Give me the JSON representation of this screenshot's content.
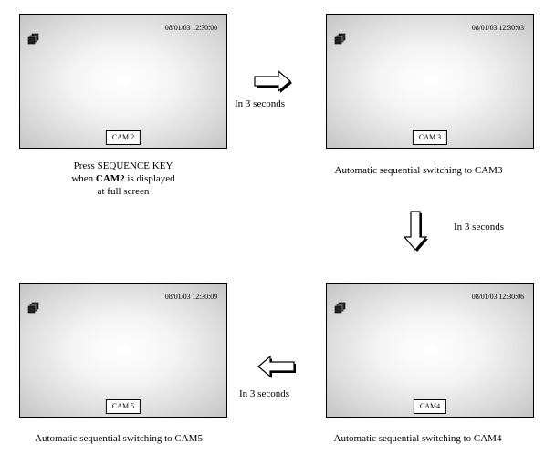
{
  "screens": [
    {
      "timestamp": "08/01/03 12:30:00",
      "camera": "CAM 2",
      "icon": "sequence-icon"
    },
    {
      "timestamp": "08/01/03 12:30:03",
      "camera": "CAM 3",
      "icon": "sequence-icon"
    },
    {
      "timestamp": "08/01/03 12:30:09",
      "camera": "CAM 5",
      "icon": "sequence-icon"
    },
    {
      "timestamp": "08/01/03 12:30:06",
      "camera": "CAM4",
      "icon": "sequence-icon"
    }
  ],
  "captions": {
    "step1": {
      "line1": "Press SEQUENCE KEY",
      "line2_prefix": "when ",
      "line2_bold": "CAM2",
      "line2_suffix": " is displayed",
      "line3": "at full screen"
    },
    "step2": "Automatic sequential switching to CAM3",
    "step3": "Automatic sequential switching to CAM5",
    "step4": "Automatic sequential switching to CAM4"
  },
  "delays": {
    "right": "In 3 seconds",
    "down": "In 3 seconds",
    "left": "In 3 seconds"
  }
}
